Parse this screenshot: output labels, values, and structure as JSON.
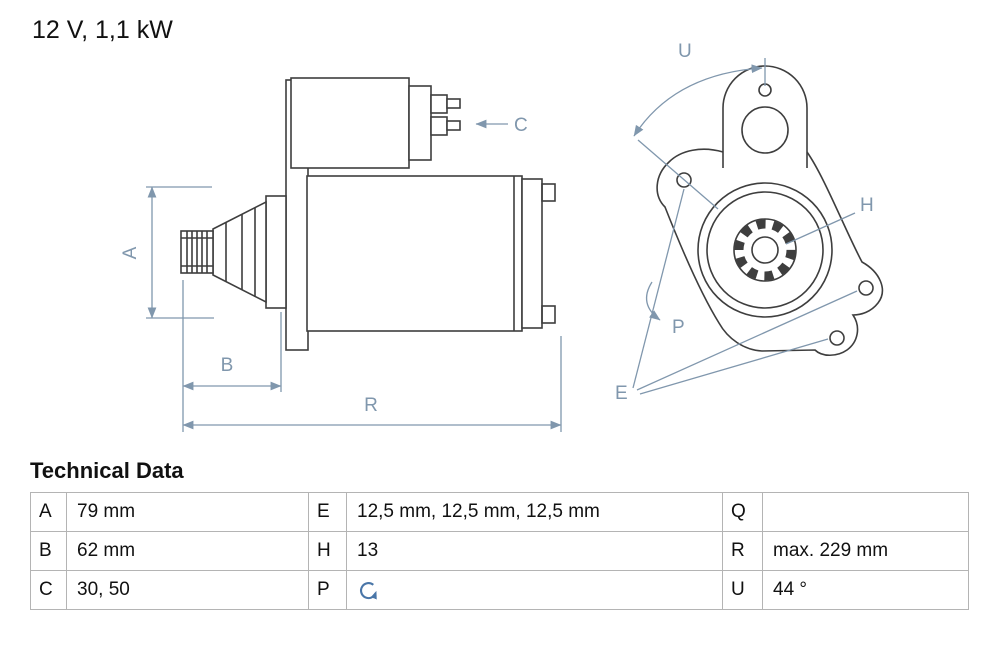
{
  "header": {
    "title": "12 V, 1,1 kW"
  },
  "drawing": {
    "labels": {
      "A": "A",
      "B": "B",
      "C": "C",
      "E": "E",
      "H": "H",
      "P": "P",
      "R": "R",
      "U": "U"
    },
    "dimension_color": "#8097ad",
    "line_color": "#3e3e3e",
    "views": [
      "starter-motor-side-view",
      "starter-motor-mounting-flange-end-view"
    ]
  },
  "technical_data": {
    "heading": "Technical Data",
    "rows": [
      [
        {
          "key": "A",
          "value": "79 mm"
        },
        {
          "key": "E",
          "value": "12,5 mm, 12,5 mm, 12,5 mm"
        },
        {
          "key": "Q",
          "value": ""
        }
      ],
      [
        {
          "key": "B",
          "value": "62 mm"
        },
        {
          "key": "H",
          "value": "13"
        },
        {
          "key": "R",
          "value": "max. 229 mm"
        }
      ],
      [
        {
          "key": "C",
          "value": "30, 50"
        },
        {
          "key": "P",
          "value": "",
          "icon": "rotation-direction-icon"
        },
        {
          "key": "U",
          "value": "44 °"
        }
      ]
    ]
  }
}
